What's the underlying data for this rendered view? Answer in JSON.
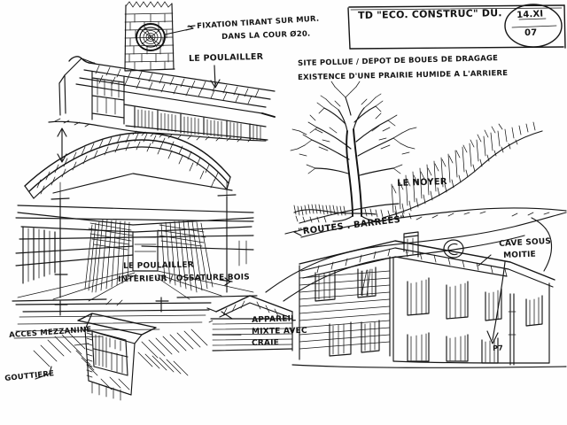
{
  "document": {
    "kind": "architectural-field-sketch",
    "medium": "ink-on-paper",
    "paper_color": "#fefefe",
    "ink_color": "#141414"
  },
  "title_box": {
    "title": "TD \"ECO. CONSTRUC\" DU.",
    "date_line1": "14.XI",
    "date_line2": "07"
  },
  "annotations": {
    "fixation_line1": "FIXATION TIRANT SUR MUR.",
    "fixation_line2": "DANS LA COUR Ø20.",
    "poulailler": "LE POULAILLER",
    "site_pollue": "SITE POLLUE / DEPOT DE BOUES DE DRAGAGE",
    "existence": "EXISTENCE D'UNE PRAIRIE HUMIDE A L'ARRIERE",
    "noyer": "LE NOYER",
    "routes_barrees": "\"ROUTES . BARREES\"",
    "poulailler_interieur_l1": "LE POULAILLER",
    "poulailler_interieur_l2": "INTERIEUR / OSSATURE BOIS",
    "appareil_l1": "APPAREIL",
    "appareil_l2": "MIXTE AVEC",
    "appareil_l3": "CRAIE",
    "cave_l1": "CAVE SOUS",
    "cave_l2": "MOITIE",
    "acces_mezzanine": "ACCES MEZZANINE",
    "gouttiere": "GOUTTIERE",
    "marker_p7": "P7",
    "marker_c": "Ⓒ"
  },
  "sketches": [
    {
      "name": "chimney-tower-brick",
      "caption": "brick tower with circular tie-rod anchor plate"
    },
    {
      "name": "barn-exterior-poulailler",
      "caption": "long barn / chicken house exterior with lean-to roof"
    },
    {
      "name": "arched-roof-detail",
      "caption": "arched shingled roof element"
    },
    {
      "name": "barn-interior-perspective",
      "caption": "one-point perspective of timber frame interior"
    },
    {
      "name": "walnut-tree-landscape",
      "caption": "bare walnut tree with hedgerow and field"
    },
    {
      "name": "farmhouse-elevation",
      "caption": "two storey farmhouse with shuttered windows"
    },
    {
      "name": "dormer-window-detail",
      "caption": "roof dormer construction detail"
    },
    {
      "name": "masonry-wall-detail",
      "caption": "mixed masonry with chalk blocks"
    }
  ]
}
